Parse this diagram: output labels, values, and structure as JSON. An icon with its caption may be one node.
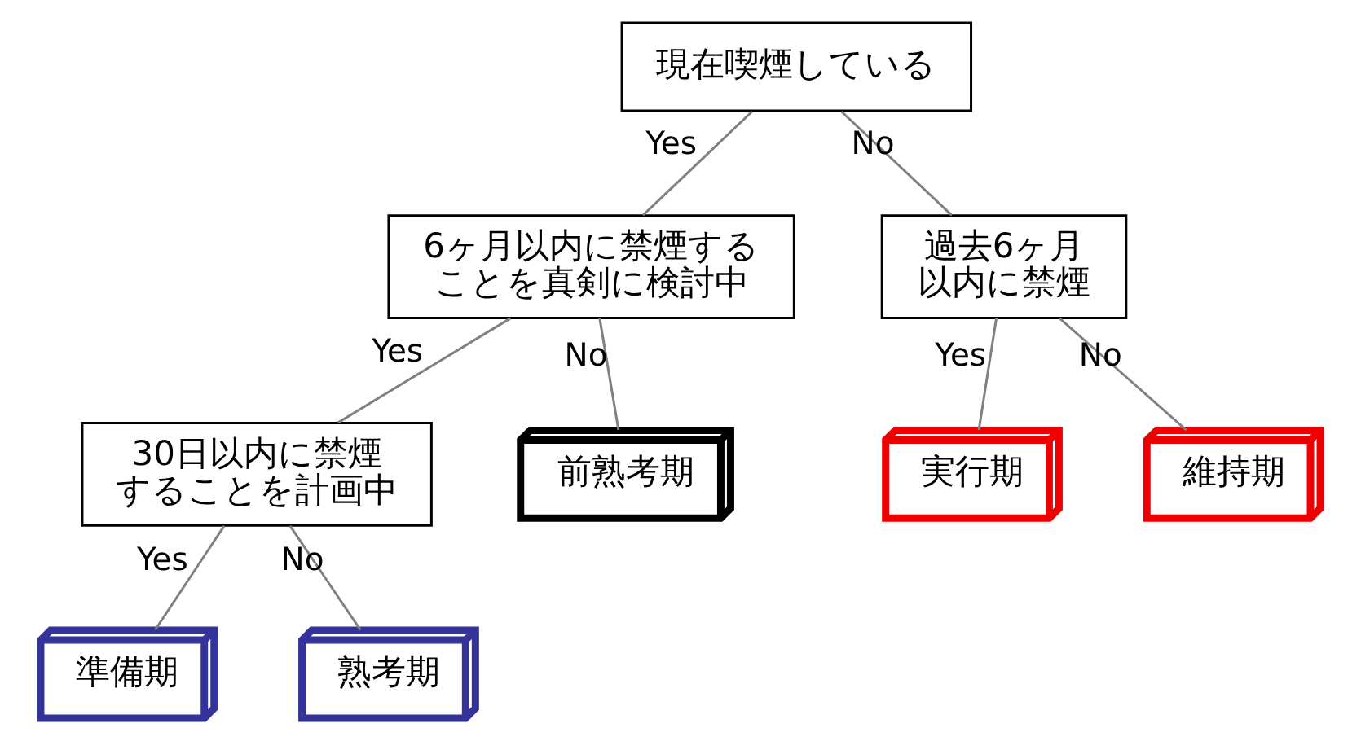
{
  "diagram": {
    "nodes": [
      {
        "text": [
          "現在喫煙している"
        ]
      },
      {
        "text": [
          "6ヶ月以内に禁煙することを真剣に検討中"
        ]
      },
      {
        "text": [
          "過去6ヶ月以内に禁煙"
        ]
      },
      {
        "text": [
          "30日以内に禁煙することを計画中"
        ]
      },
      {
        "text": [
          "前熟考期"
        ]
      },
      {
        "text": [
          "実行期"
        ]
      },
      {
        "text": [
          "維持期"
        ]
      },
      {
        "text": [
          "準備期"
        ]
      },
      {
        "text": [
          "熟考期"
        ]
      }
    ],
    "edges": [
      {
        "from": 0,
        "to": 1,
        "arrow": "none",
        "label": "Yes"
      },
      {
        "from": 0,
        "to": 2,
        "arrow": "none",
        "label": "No"
      },
      {
        "from": 1,
        "to": 3,
        "arrow": "none",
        "label": "Yes"
      },
      {
        "from": 1,
        "to": 4,
        "arrow": "none",
        "label": "No"
      },
      {
        "from": 2,
        "to": 5,
        "arrow": "none",
        "label": "Yes"
      },
      {
        "from": 2,
        "to": 6,
        "arrow": "none",
        "label": "No"
      },
      {
        "from": 3,
        "to": 7,
        "arrow": "none",
        "label": "Yes"
      },
      {
        "from": 3,
        "to": 8,
        "arrow": "none",
        "label": "No"
      }
    ]
  }
}
